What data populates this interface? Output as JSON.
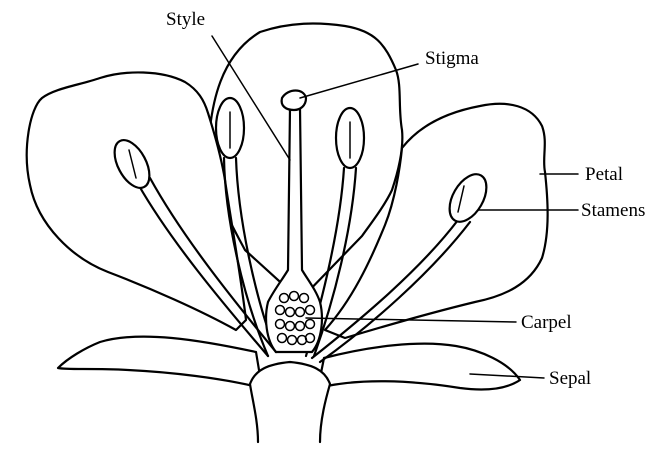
{
  "diagram": {
    "labels": {
      "style": "Style",
      "stigma": "Stigma",
      "petal": "Petal",
      "stamens": "Stamens",
      "carpel": "Carpel",
      "sepal": "Sepal"
    },
    "colors": {
      "line": "#000000",
      "background": "#ffffff"
    }
  }
}
